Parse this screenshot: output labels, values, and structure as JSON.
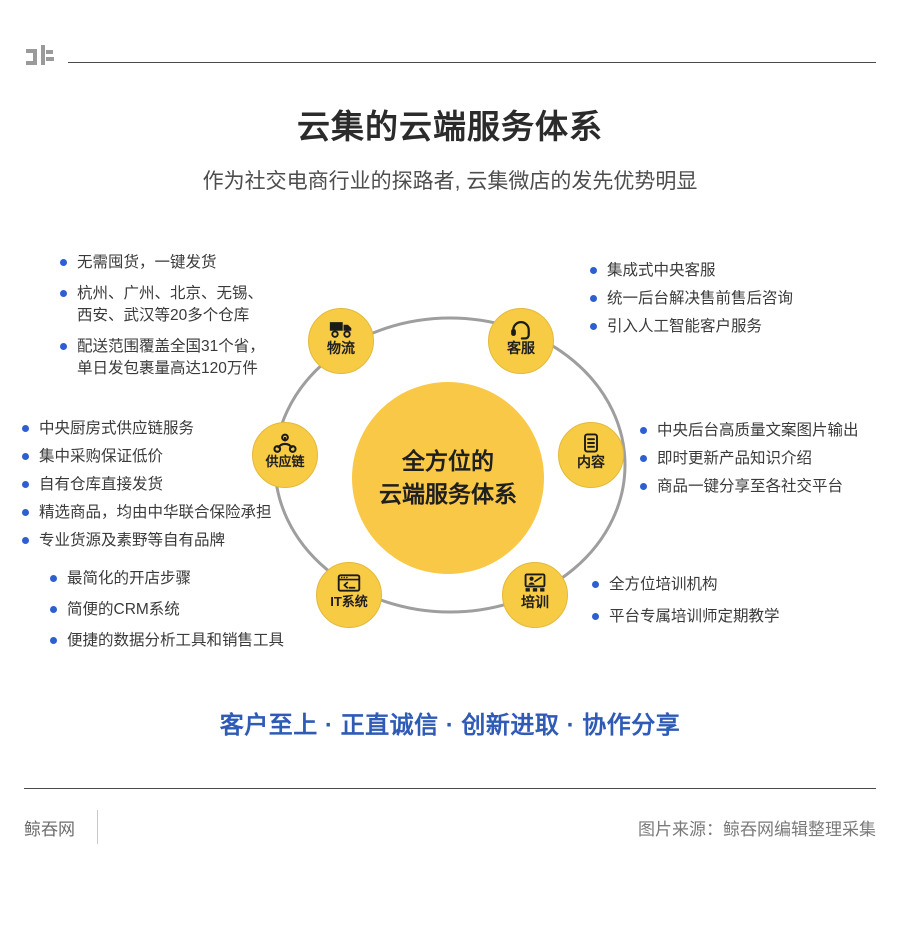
{
  "header": {
    "logo_name": "jk-logo-mark"
  },
  "title": "云集的云端服务体系",
  "subtitle": "作为社交电商行业的探路者, 云集微店的发先优势明显",
  "center": {
    "line1": "全方位的",
    "line2": "云端服务体系"
  },
  "nodes": {
    "logistics": {
      "label": "物流",
      "icon": "truck-icon"
    },
    "service": {
      "label": "客服",
      "icon": "headset-icon"
    },
    "supply": {
      "label": "供应链",
      "icon": "network-share-icon"
    },
    "content": {
      "label": "内容",
      "icon": "document-list-icon"
    },
    "it": {
      "label": "IT系统",
      "icon": "code-window-icon"
    },
    "training": {
      "label": "培训",
      "icon": "presentation-training-icon"
    }
  },
  "lists": {
    "logistics": [
      "无需囤货，一键发货",
      "杭州、广州、北京、无锡、\n西安、武汉等20多个仓库",
      "配送范围覆盖全国31个省，\n单日发包裹量高达120万件"
    ],
    "service": [
      "集成式中央客服",
      "统一后台解决售前售后咨询",
      "引入人工智能客户服务"
    ],
    "supply": [
      "中央厨房式供应链服务",
      "集中采购保证低价",
      "自有仓库直接发货",
      "精选商品，均由中华联合保险承担",
      "专业货源及素野等自有品牌"
    ],
    "content": [
      "中央后台高质量文案图片输出",
      "即时更新产品知识介绍",
      "商品一键分享至各社交平台"
    ],
    "it": [
      "最简化的开店步骤",
      "简便的CRM系统",
      "便捷的数据分析工具和销售工具"
    ],
    "training": [
      "全方位培训机构",
      "平台专属培训师定期教学"
    ]
  },
  "slogan": "客户至上 · 正直诚信 · 创新进取 · 协作分享",
  "footer": {
    "brand": "鲸吞网",
    "source": "图片来源：鲸吞网编辑整理采集"
  },
  "colors": {
    "center_yellow": "#f9c846",
    "node_yellow": "#f8cb45",
    "bullet_blue": "#2d5fd0",
    "slogan_blue": "#2f5bb7",
    "ring_gray": "#9e9e9e"
  }
}
